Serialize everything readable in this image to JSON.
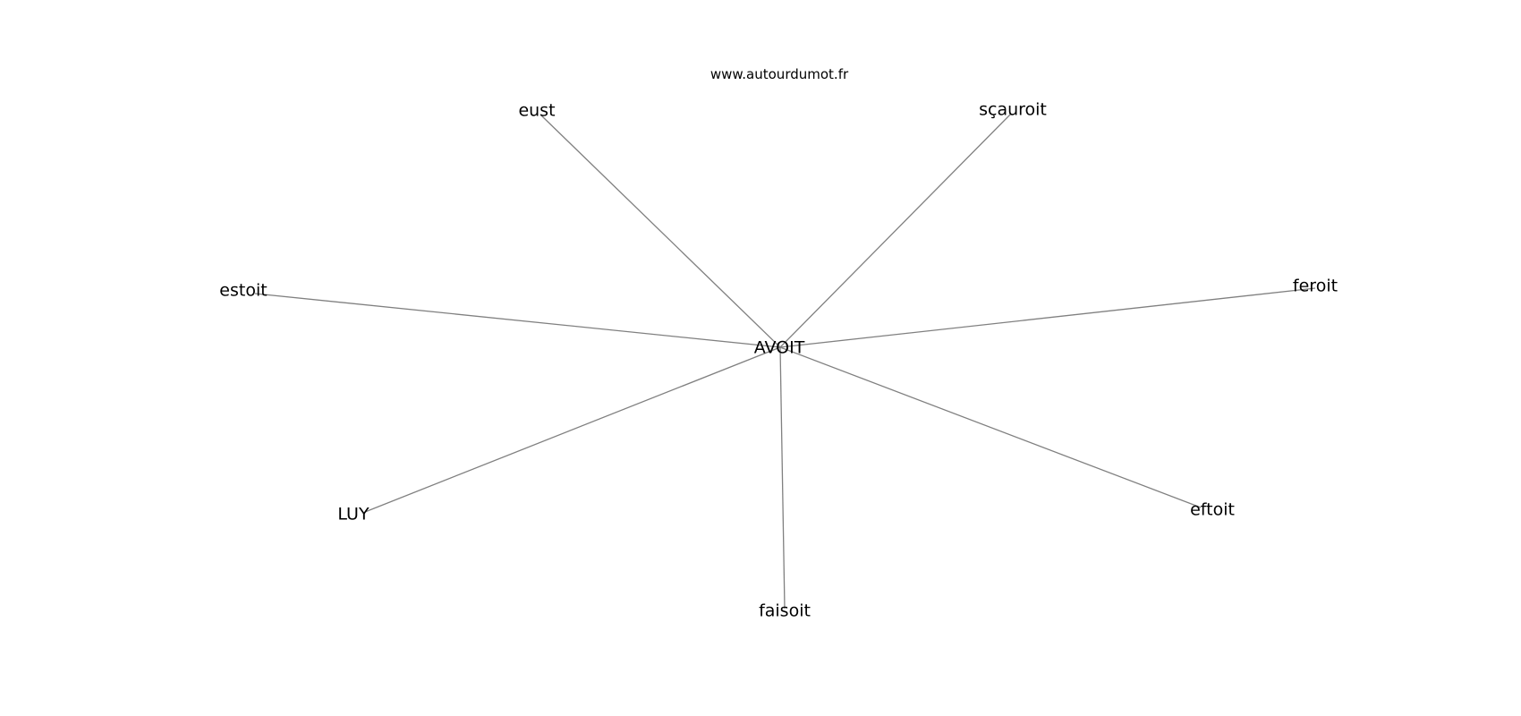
{
  "graph": {
    "watermark": "www.autourdumot.fr",
    "center": {
      "id": "avoit",
      "label": "AVOIT"
    },
    "nodes": [
      {
        "id": "eust",
        "label": "eust"
      },
      {
        "id": "scauroit",
        "label": "sçauroit"
      },
      {
        "id": "estoit",
        "label": "estoit"
      },
      {
        "id": "feroit",
        "label": "feroit"
      },
      {
        "id": "luy",
        "label": "LUY"
      },
      {
        "id": "eftoit",
        "label": "eftoit"
      },
      {
        "id": "faisoit",
        "label": "faisoit"
      }
    ],
    "edges": [
      {
        "from": "avoit",
        "to": "eust"
      },
      {
        "from": "avoit",
        "to": "scauroit"
      },
      {
        "from": "avoit",
        "to": "estoit"
      },
      {
        "from": "avoit",
        "to": "feroit"
      },
      {
        "from": "avoit",
        "to": "luy"
      },
      {
        "from": "avoit",
        "to": "eftoit"
      },
      {
        "from": "avoit",
        "to": "faisoit"
      }
    ],
    "colors": {
      "edge": "#808080",
      "text": "#000000",
      "background": "#ffffff"
    }
  }
}
